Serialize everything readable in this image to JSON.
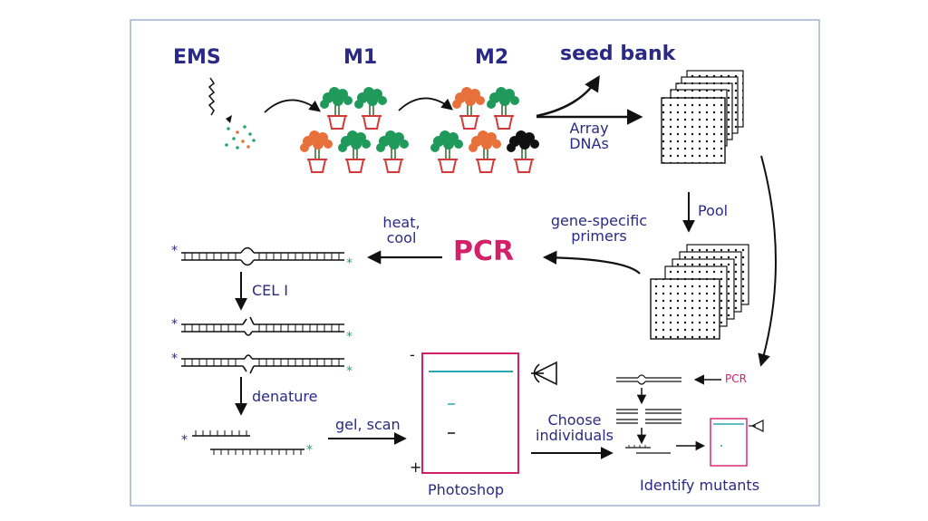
{
  "labels": {
    "ems": "EMS",
    "m1": "M1",
    "m2": "M2",
    "seed_bank": "seed bank",
    "array_dnas": "Array\nDNAs",
    "pool": "Pool",
    "gene_specific_primers": "gene-specific\nprimers",
    "pcr_main": "PCR",
    "heat_cool": "heat,\ncool",
    "cel1": "CEL I",
    "denature": "denature",
    "gel_scan": "gel, scan",
    "choose_individuals": "Choose\nindividuals",
    "photoshop": "Photoshop",
    "pcr_small": "PCR",
    "identify_mutants": "Identify mutants",
    "gel_minus": "-",
    "gel_plus": "+"
  },
  "colors": {
    "frame_border": "#9fb4d4",
    "label_text": "#2a2a86",
    "pcr_accent": "#d41f6a",
    "plant_green": "#1f9a5a",
    "plant_orange": "#e8703a",
    "plant_black": "#111111",
    "pot_red": "#d23a3a",
    "gel_band": "#2aa6b6",
    "star_green": "#22aa66"
  }
}
